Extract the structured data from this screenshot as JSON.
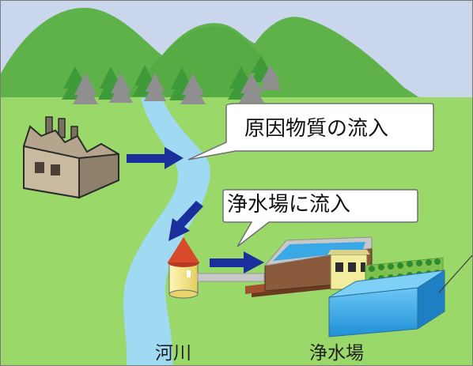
{
  "callouts": {
    "inflow_source": "原因物質の流入",
    "inflow_plant": "浄水場に流入"
  },
  "labels": {
    "river": "河川",
    "treatment_plant": "浄水場"
  },
  "colors": {
    "sky": "#c9d6ec",
    "mountain": "#5fb24a",
    "grass": "#9bd86a",
    "river": "#9fd9f2",
    "arrow": "#1b2f9c",
    "factory": "#b5a58c",
    "tower_body": "#f2e27a",
    "tower_roof": "#d84a2a",
    "tank_water": "#39a8e6",
    "brick": "#8a5a3c",
    "building": "#f1ec9e"
  }
}
